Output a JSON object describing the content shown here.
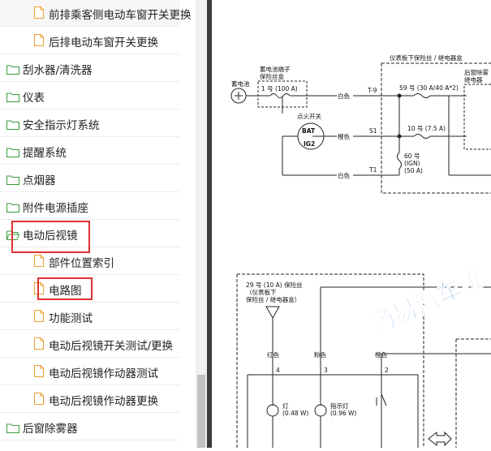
{
  "sidebar": {
    "items": [
      {
        "label": "前排乘客侧电动车窗开关更换",
        "type": "doc",
        "level": 2
      },
      {
        "label": "后排电动车窗开关更换",
        "type": "doc",
        "level": 2
      },
      {
        "label": "刮水器/清洗器",
        "type": "folder",
        "level": 1
      },
      {
        "label": "仪表",
        "type": "folder",
        "level": 1
      },
      {
        "label": "安全指示灯系统",
        "type": "folder",
        "level": 1
      },
      {
        "label": "提醒系统",
        "type": "folder",
        "level": 1
      },
      {
        "label": "点烟器",
        "type": "folder",
        "level": 1
      },
      {
        "label": "附件电源插座",
        "type": "folder",
        "level": 1
      },
      {
        "label": "电动后视镜",
        "type": "folder-open",
        "level": 1
      },
      {
        "label": "部件位置索引",
        "type": "doc",
        "level": 2
      },
      {
        "label": "电路图",
        "type": "doc",
        "level": 2
      },
      {
        "label": "功能测试",
        "type": "doc",
        "level": 2
      },
      {
        "label": "电动后视镜开关测试/更换",
        "type": "doc",
        "level": 2
      },
      {
        "label": "电动后视镜作动器测试",
        "type": "doc",
        "level": 2
      },
      {
        "label": "电动后视镜作动器更换",
        "type": "doc",
        "level": 2
      },
      {
        "label": "后窗除雾器",
        "type": "folder",
        "level": 1
      }
    ]
  },
  "diagram": {
    "battery": "蓄电池",
    "battery_fuse_box": [
      "蓄电池端子",
      "保险丝盒"
    ],
    "fuse1": "1 号 (100 A)",
    "dash_fuse_box": "仪表板下保险丝 / 继电器盒",
    "rear_defog_relay": [
      "后窗除雾",
      "继电器"
    ],
    "ignition_switch": "点火开关",
    "bat": "BAT",
    "ig2": "IG2",
    "wire_white": "白色",
    "wire_orange": "橙色",
    "wire_red": "红色",
    "wire_pink": "粉色",
    "term_t9": "T-9",
    "term_s1": "S1",
    "term_t1": "T1",
    "fuse59": "59 号 (30 A/40 A*2)",
    "fuse10": "10 号 (7.5 A)",
    "fuse60": [
      "60 号",
      "(IGN)",
      "(50 A)"
    ],
    "fuse29": [
      "29 号 (10 A) 保险丝",
      "（仪表板下",
      "保险丝 / 继电器盒）"
    ],
    "pin4": "4",
    "pin3": "3",
    "pin2": "2",
    "lamp": [
      "灯",
      "(0.48 W)"
    ],
    "indicator": [
      "指示灯",
      "(0.96 W)"
    ],
    "watermark": "畅易汽车维"
  },
  "colors": {
    "highlight": "#e03030",
    "watermark": "#1f6fc0"
  }
}
